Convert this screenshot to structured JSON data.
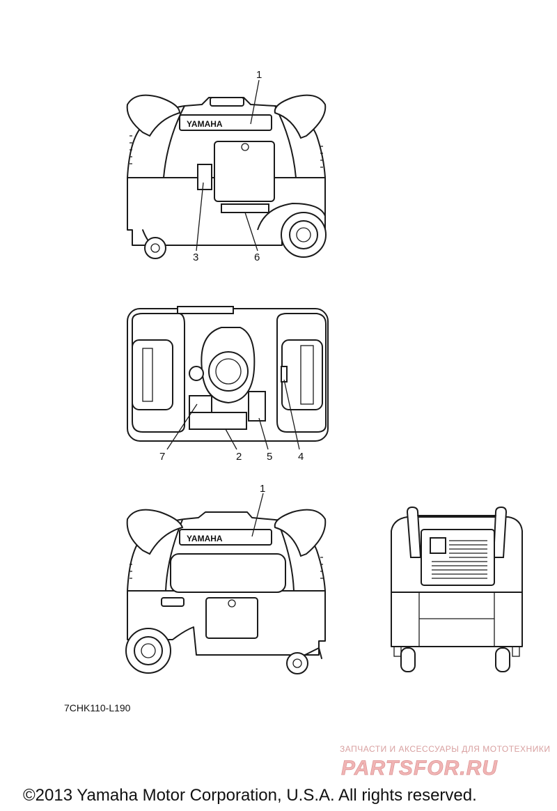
{
  "brand_label": "YAMAHA",
  "callouts": {
    "c1_top": "1",
    "c3": "3",
    "c6": "6",
    "c7": "7",
    "c2": "2",
    "c5": "5",
    "c4": "4",
    "c1_bottom": "1"
  },
  "part_code": "7CHK110-L190",
  "watermark": {
    "tagline": "ЗАПЧАСТИ И АКСЕССУАРЫ ДЛЯ МОТОТЕХНИКИ",
    "logo_text": "PARTSFOR.RU",
    "color": "#d8a0a0"
  },
  "copyright": "©2013 Yamaha Motor Corporation, U.S.A. All rights reserved."
}
